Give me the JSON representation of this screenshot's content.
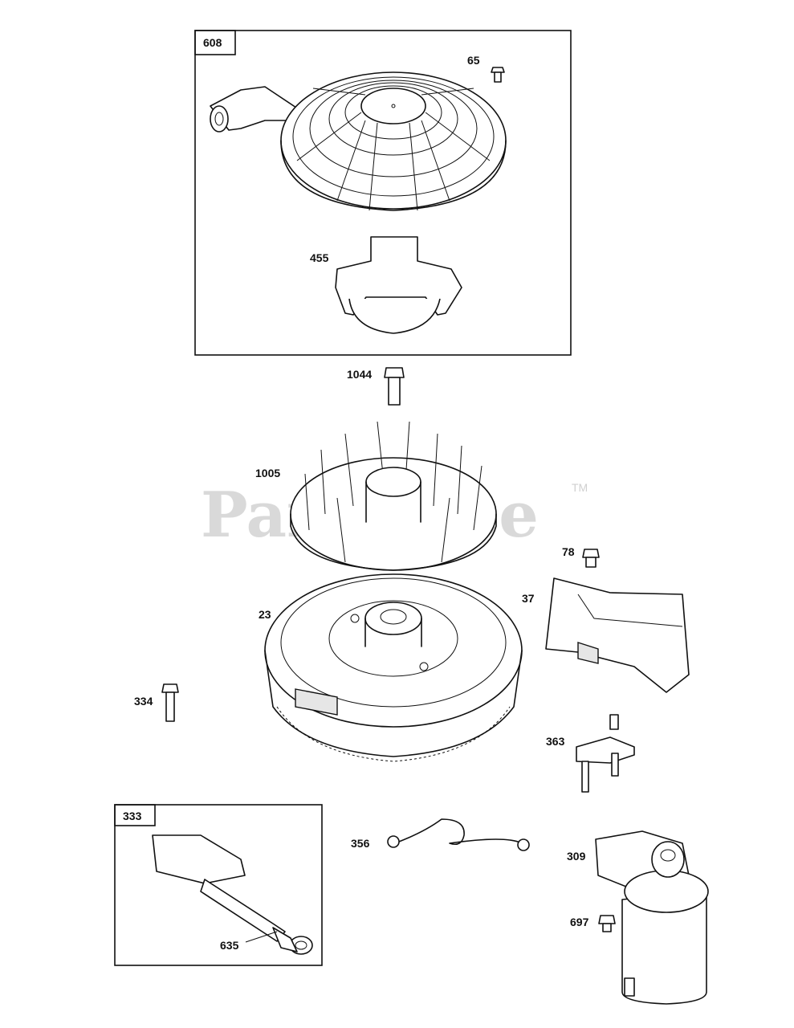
{
  "watermark": {
    "text": "PartsTree",
    "trademark": "TM"
  },
  "groups": {
    "recoil_starter": {
      "label": "608"
    },
    "ignition_kit": {
      "label": "333"
    }
  },
  "parts": {
    "p65": "65",
    "p455": "455",
    "p1044": "1044",
    "p1005": "1005",
    "p78": "78",
    "p37": "37",
    "p23": "23",
    "p334": "334",
    "p363": "363",
    "p356": "356",
    "p309": "309",
    "p697": "697",
    "p635": "635"
  }
}
